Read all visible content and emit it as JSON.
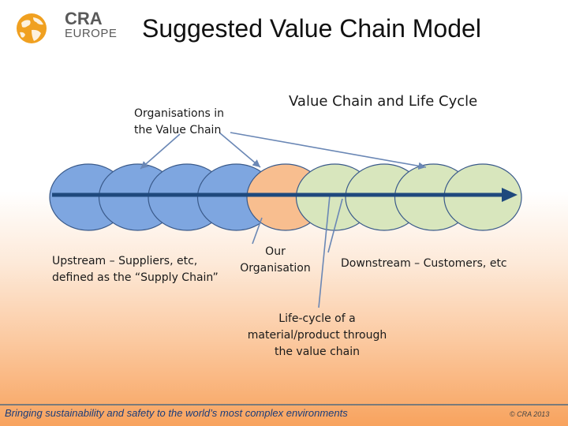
{
  "header": {
    "logo_line1": "CRA",
    "logo_line2": "EUROPE",
    "title": "Suggested Value Chain Model"
  },
  "labels": {
    "organisations_in_chain_line1": "Organisations in",
    "organisations_in_chain_line2": "the Value Chain",
    "value_chain_life_cycle": "Value Chain and Life Cycle",
    "upstream_line1": "Upstream – Suppliers, etc,",
    "upstream_line2": "defined as the “Supply Chain”",
    "our_org_line1": "Our",
    "our_org_line2": "Organisation",
    "downstream": "Downstream – Customers, etc",
    "lifecycle_line1": "Life-cycle of a",
    "lifecycle_line2": "material/product through",
    "lifecycle_line3": "the value chain"
  },
  "chain": {
    "upstream_count": 4,
    "our_count": 1,
    "downstream_count": 4,
    "colors": {
      "upstream_fill": "#7ea6e0",
      "our_fill": "#f8be8f",
      "downstream_fill": "#d8e6bd",
      "arrow": "#1f497d",
      "circle_stroke": "#3a5a8a"
    }
  },
  "footer": {
    "tagline": "Bringing sustainability and safety to the world’s most complex environments",
    "copyright": "© CRA 2013"
  }
}
